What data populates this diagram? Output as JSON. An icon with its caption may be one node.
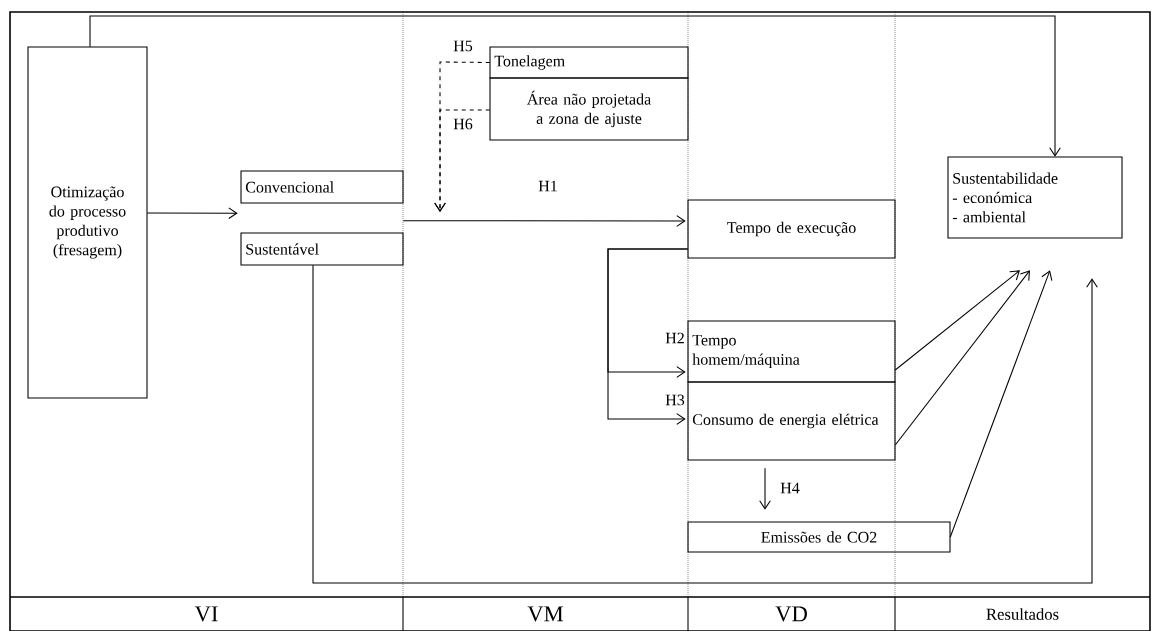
{
  "diagram": {
    "nodes": [
      {
        "text": [
          "Otimização do processo produtivo (fresagem)"
        ]
      },
      {
        "text": [
          "Convencional"
        ]
      },
      {
        "text": [
          "Sustentável"
        ]
      },
      {
        "text": [
          "Tonelagem"
        ]
      },
      {
        "text": [
          "Área não projetada a zona de ajuste"
        ]
      },
      {
        "text": [
          "Tempo de execução"
        ]
      },
      {
        "text": [
          "Tempo homem/máquina"
        ]
      },
      {
        "text": [
          "Consumo de energia elétrica"
        ]
      },
      {
        "text": [
          "Emissões de CO2"
        ]
      },
      {
        "text": [
          "Sustentabilidade",
          "- económica",
          "- ambiental"
        ]
      }
    ],
    "edges": [
      {
        "from": 0,
        "to": 9,
        "arrow": "to"
      },
      {
        "from": 0,
        "to": 1,
        "arrow": "to"
      },
      {
        "from": 2,
        "to": 5,
        "arrow": "to",
        "label": "H1"
      },
      {
        "from": 3,
        "to": null,
        "arrow": "to",
        "label": "H5",
        "style": "dashed"
      },
      {
        "from": 4,
        "to": null,
        "arrow": "to",
        "label": "H6",
        "style": "dashed"
      },
      {
        "from": 5,
        "to": 6,
        "arrow": "to",
        "label": "H2"
      },
      {
        "from": 5,
        "to": 7,
        "arrow": "to",
        "label": "H3"
      },
      {
        "from": 7,
        "to": 8,
        "arrow": "to",
        "label": "H4"
      },
      {
        "from": 6,
        "to": 9,
        "arrow": "to"
      },
      {
        "from": 7,
        "to": 9,
        "arrow": "to"
      },
      {
        "from": 8,
        "to": 9,
        "arrow": "to"
      },
      {
        "from": 2,
        "to": 9,
        "arrow": "to"
      }
    ],
    "labels": [
      "VI",
      "VM",
      "VD",
      "Resultados"
    ]
  }
}
